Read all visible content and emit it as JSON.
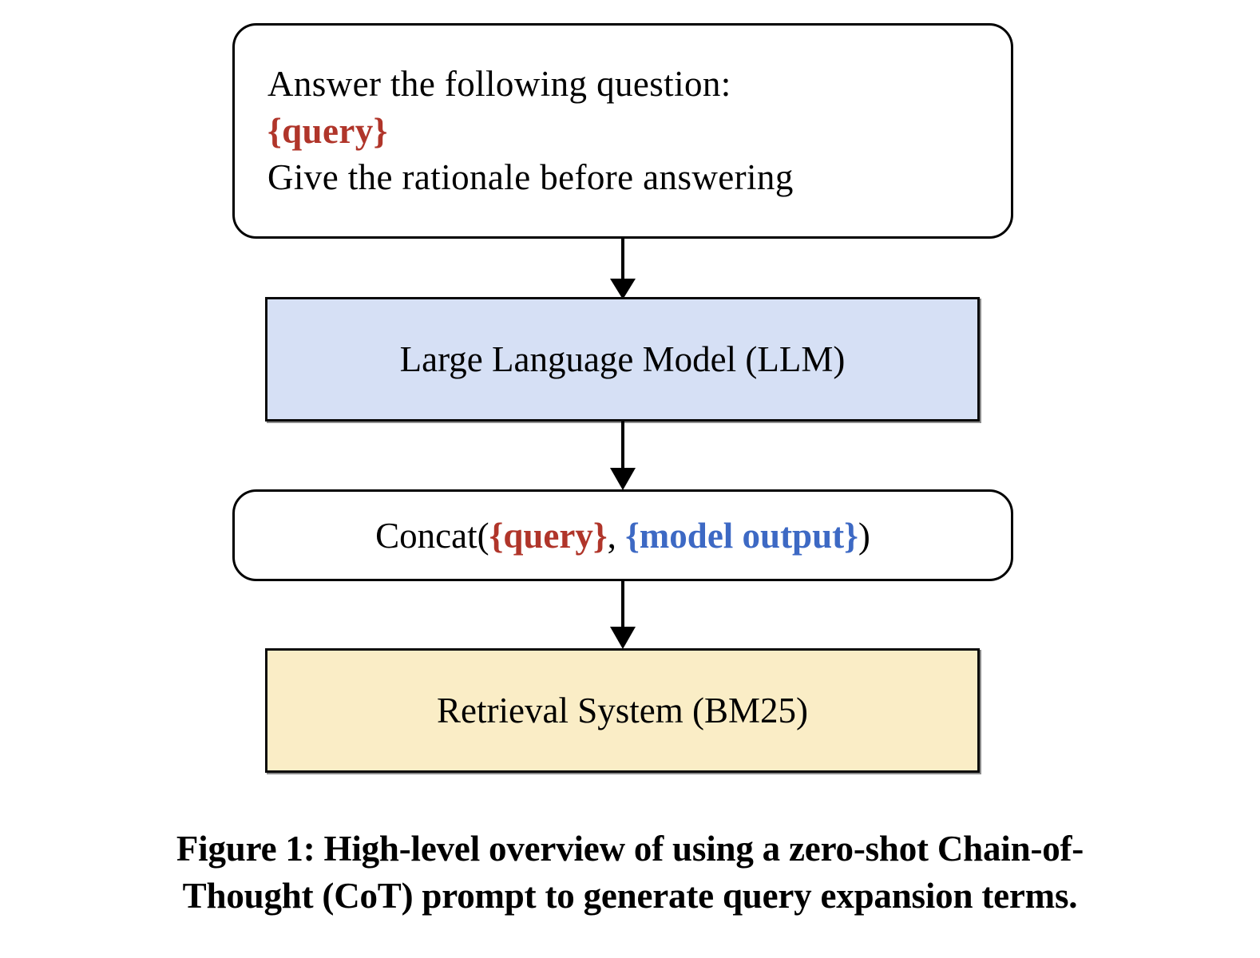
{
  "figure": {
    "background_color": "#ffffff",
    "accent_red": "#B0352A",
    "accent_blue": "#3D69C4",
    "llm_box_fill": "#D6E0F5",
    "retrieval_box_fill": "#FAEDC6",
    "border_color": "#000000"
  },
  "prompt_box": {
    "name": "prompt-box",
    "line1": "Answer the following question:",
    "line2_placeholder": "{query}",
    "line3": "Give the rationale before answering"
  },
  "llm_box": {
    "name": "llm-box",
    "label": "Large Language Model (LLM)",
    "fill": "#D6E0F5"
  },
  "concat_box": {
    "name": "concat-box",
    "prefix": "Concat(",
    "query_token": "{query}",
    "separator": ", ",
    "output_token": "{model output}",
    "suffix": ")"
  },
  "retrieval_box": {
    "name": "retrieval-box",
    "label": "Retrieval System (BM25)",
    "fill": "#FAEDC6"
  },
  "arrows": [
    {
      "name": "arrow-prompt-to-llm",
      "from": "prompt-box",
      "to": "llm-box",
      "direction": "down"
    },
    {
      "name": "arrow-llm-to-concat",
      "from": "llm-box",
      "to": "concat-box",
      "direction": "down"
    },
    {
      "name": "arrow-concat-to-retrieval",
      "from": "concat-box",
      "to": "retrieval-box",
      "direction": "down"
    }
  ],
  "caption": {
    "line1": "Figure 1: High-level overview of using a zero-shot Chain-of-",
    "line2": "Thought (CoT) prompt to generate query expansion terms."
  }
}
